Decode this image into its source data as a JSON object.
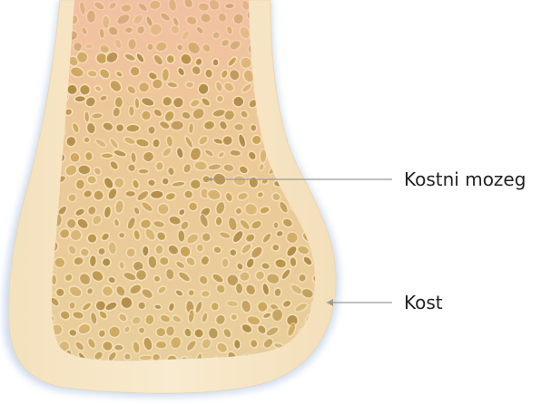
{
  "labels": {
    "marrow": "Kostni mozeg",
    "bone": "Kost"
  },
  "colors": {
    "background": "#ffffff",
    "outer_glow": "#c9d9ee",
    "cortical_bone": "#f7e6c7",
    "cortical_bone_edge": "#eed7ac",
    "marrow_top": "#f2c2a4",
    "marrow_base": "#e9cd98",
    "trabecula": "#f6e4c1",
    "pore_dark": "#b08a3a",
    "pore_light": "#d7b36b",
    "leader_line": "#9a9a9a"
  },
  "icons": {
    "illustration": "bone-cross-section-illustration"
  }
}
